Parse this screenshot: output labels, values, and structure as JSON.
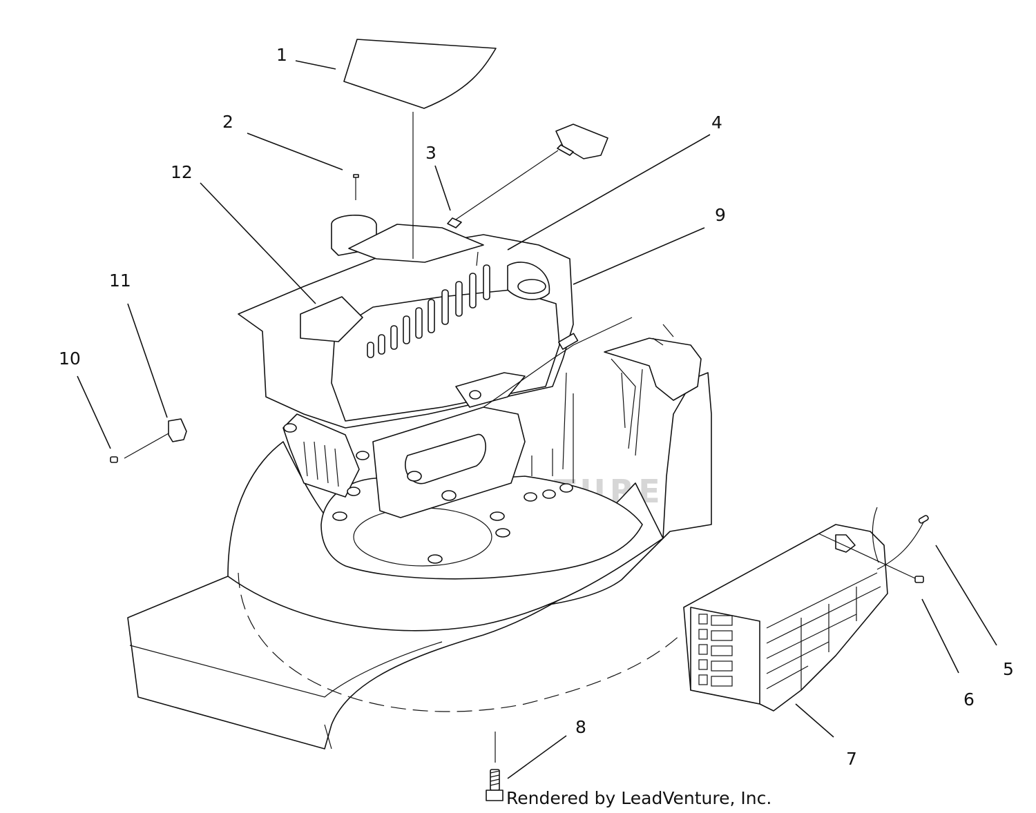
{
  "diagram": {
    "callouts": [
      {
        "id": "1",
        "label": "1"
      },
      {
        "id": "2",
        "label": "2"
      },
      {
        "id": "3",
        "label": "3"
      },
      {
        "id": "4",
        "label": "4"
      },
      {
        "id": "5",
        "label": "5"
      },
      {
        "id": "6",
        "label": "6"
      },
      {
        "id": "7",
        "label": "7"
      },
      {
        "id": "8",
        "label": "8"
      },
      {
        "id": "9",
        "label": "9"
      },
      {
        "id": "10",
        "label": "10"
      },
      {
        "id": "11",
        "label": "11"
      },
      {
        "id": "12",
        "label": "12"
      }
    ],
    "credit": "Rendered by LeadVenture, Inc.",
    "watermark": "LEADVENTURE"
  }
}
